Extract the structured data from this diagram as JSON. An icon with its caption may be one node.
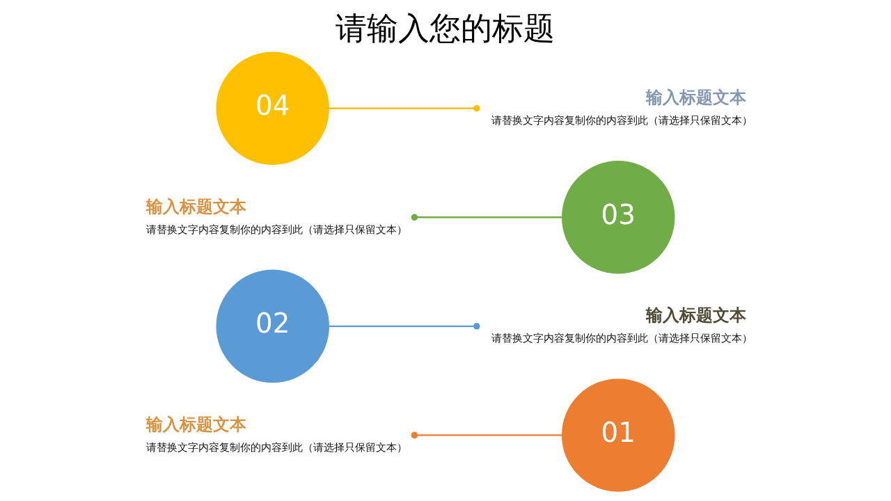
{
  "diagram": {
    "title": "请输入您的标题",
    "nodes": [
      {
        "text": [
          "01"
        ]
      },
      {
        "text": [
          "02"
        ]
      },
      {
        "text": [
          "03"
        ]
      },
      {
        "text": [
          "04"
        ]
      },
      {
        "text": [
          "输入标题文本",
          "请替换文字内容复制你的内容到此（请选择只保留文本）"
        ]
      },
      {
        "text": [
          "输入标题文本",
          "请替换文字内容复制你的内容到此（请选择只保留文本）"
        ]
      },
      {
        "text": [
          "输入标题文本",
          "请替换文字内容复制你的内容到此（请选择只保留文本）"
        ]
      },
      {
        "text": [
          "输入标题文本",
          "请替换文字内容复制你的内容到此（请选择只保留文本）"
        ]
      }
    ],
    "edges": [
      {
        "from": 0,
        "to": 4,
        "arrow": "other",
        "color": "#ed7d31"
      },
      {
        "from": 1,
        "to": 5,
        "arrow": "other",
        "color": "#5b9bd5"
      },
      {
        "from": 2,
        "to": 6,
        "arrow": "other",
        "color": "#70ad47"
      },
      {
        "from": 3,
        "to": 7,
        "arrow": "other",
        "color": "#ffc000"
      }
    ]
  }
}
